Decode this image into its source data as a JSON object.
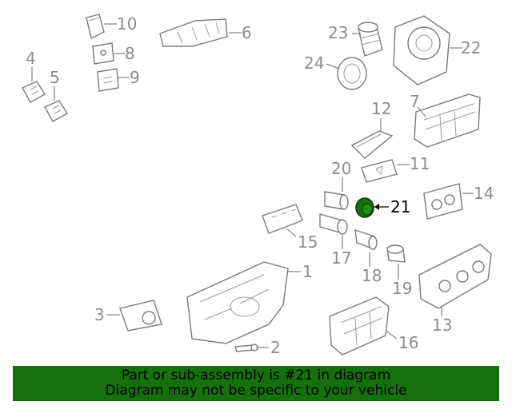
{
  "diagram": {
    "highlight_color": "#16700d",
    "callouts": {
      "c1": "1",
      "c2": "2",
      "c3": "3",
      "c4": "4",
      "c5": "5",
      "c6": "6",
      "c7": "7",
      "c8": "8",
      "c9": "9",
      "c10": "10",
      "c11": "11",
      "c12": "12",
      "c13": "13",
      "c14": "14",
      "c15": "15",
      "c16": "16",
      "c17": "17",
      "c18": "18",
      "c19": "19",
      "c20": "20",
      "c21": "21",
      "c22": "22",
      "c23": "23",
      "c24": "24"
    },
    "highlighted_callout": "21"
  },
  "banner": {
    "line1": "Part or sub-assembly is #21 in diagram",
    "line2": "Diagram may not be specific to your vehicle",
    "background": "#16700d"
  }
}
